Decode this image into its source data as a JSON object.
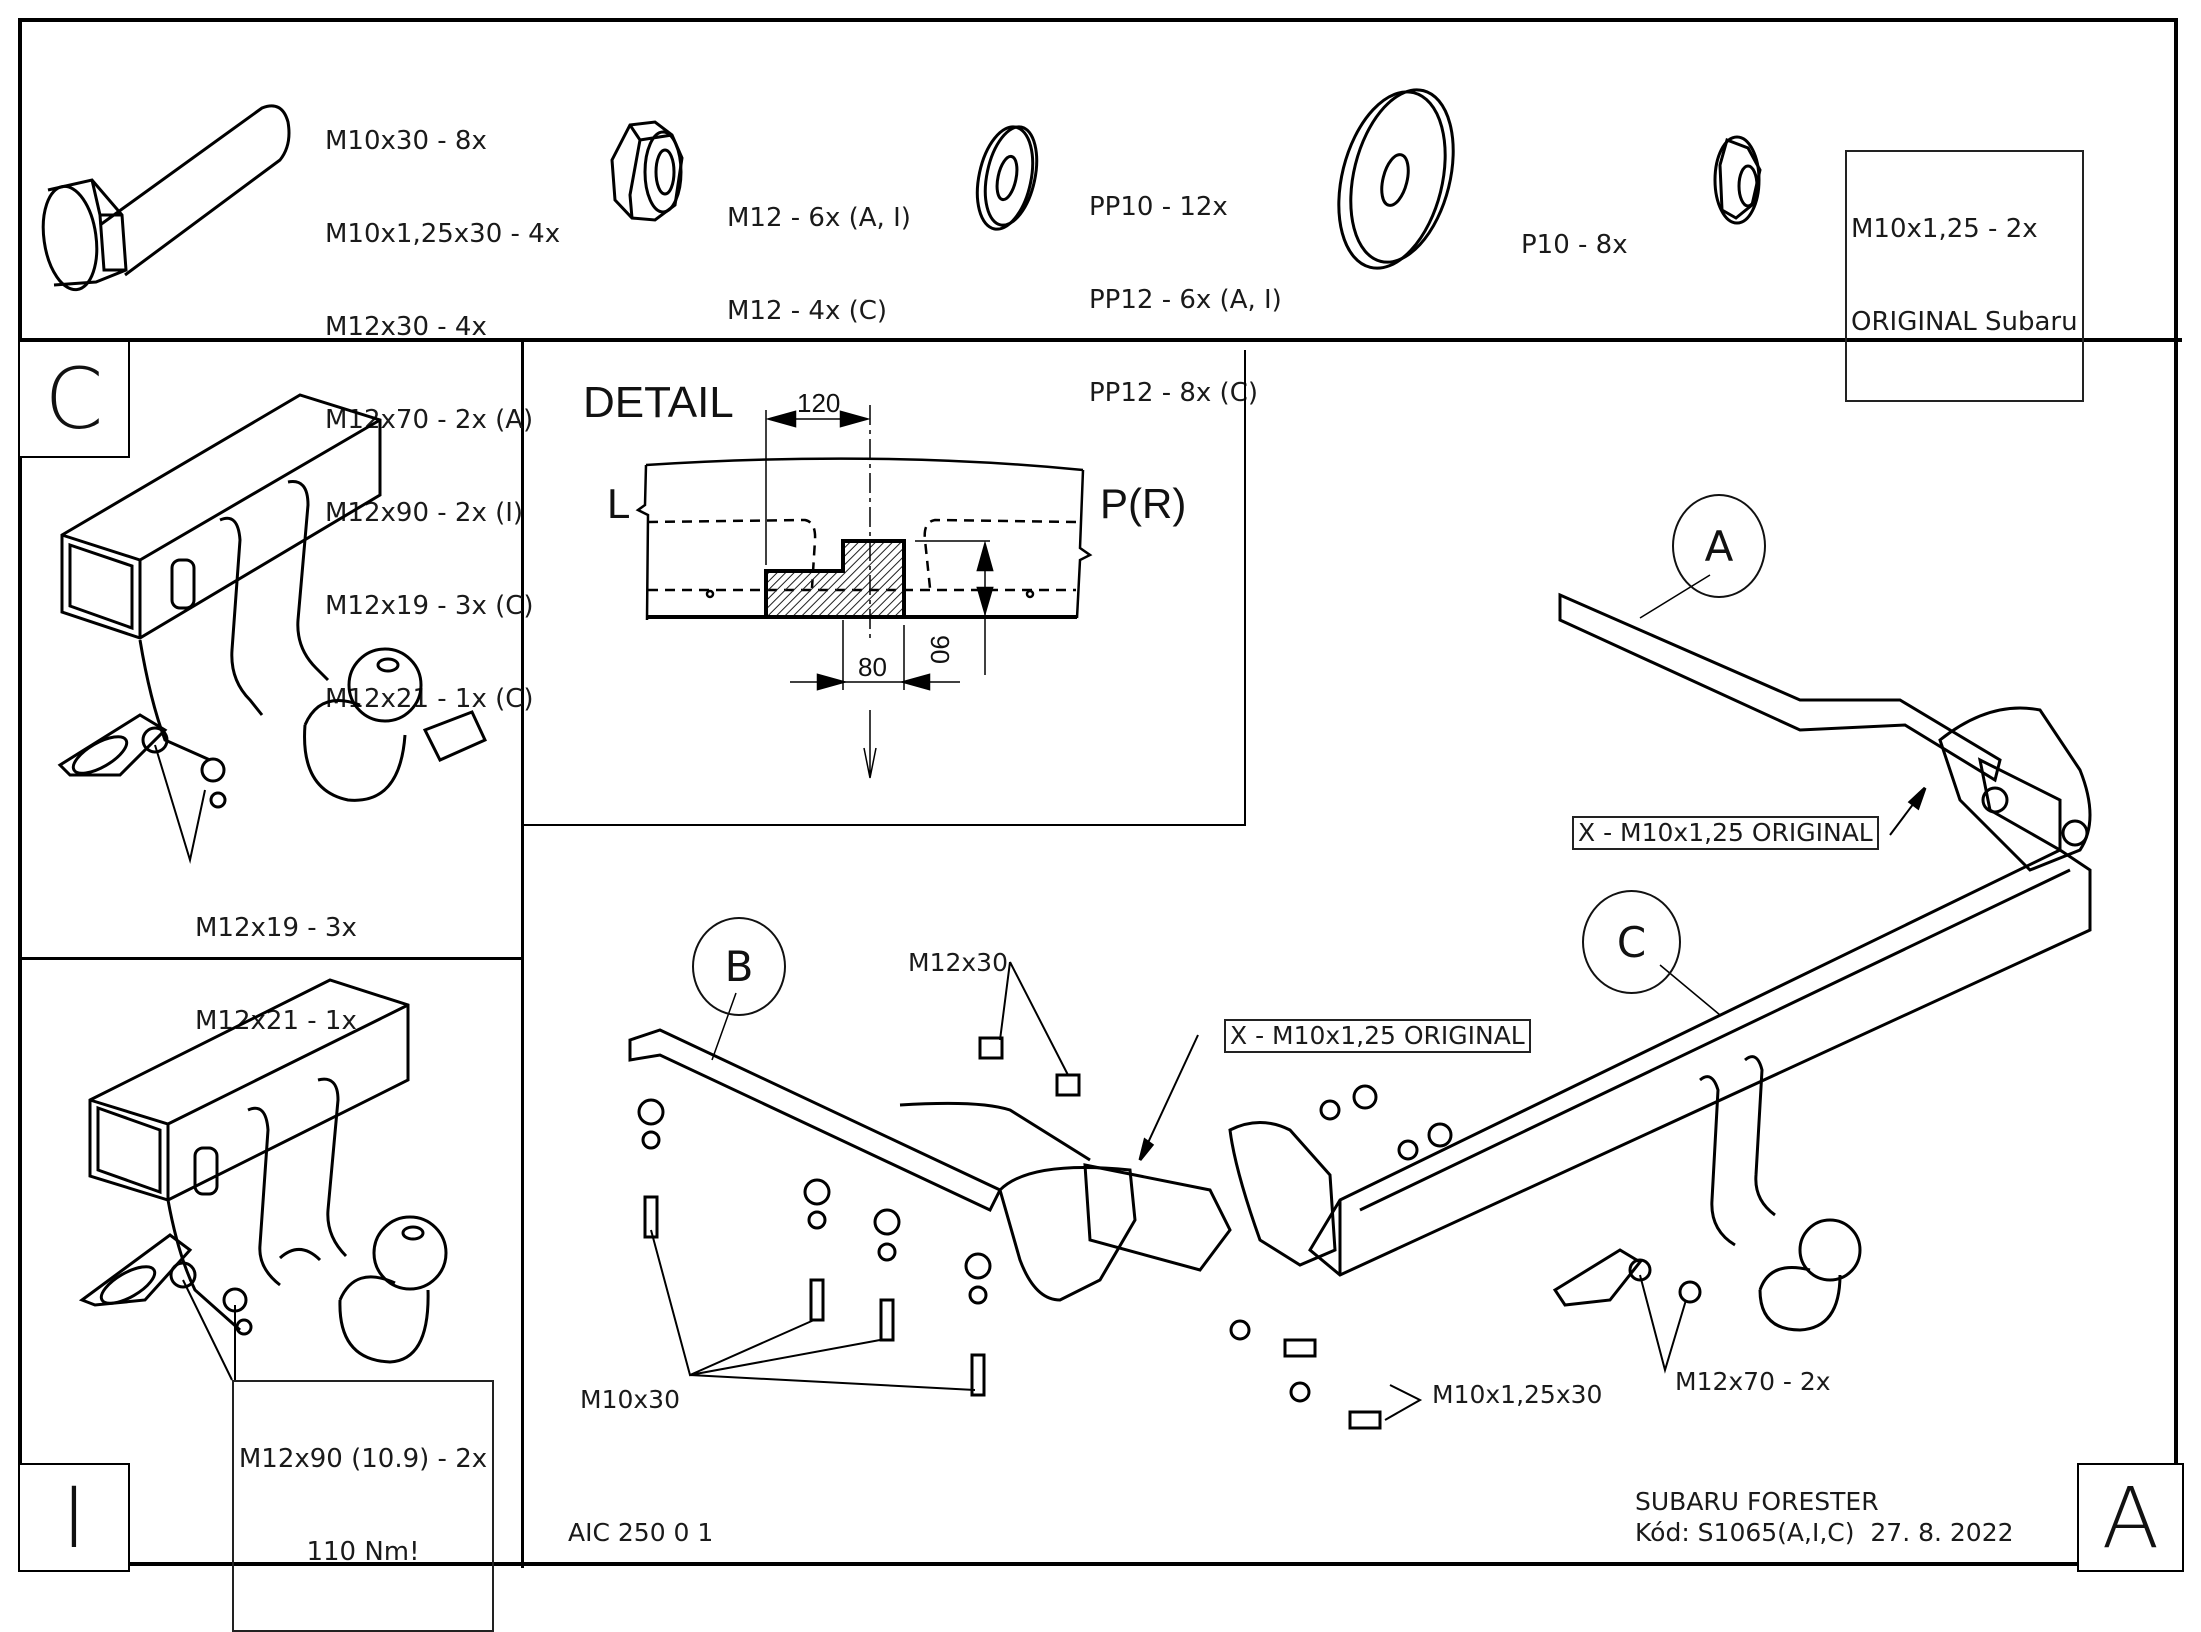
{
  "parts_panel": {
    "bolt": {
      "icon": "hex-bolt-icon",
      "lines": [
        "M10x30 - 8x",
        "M10x1,25x30 - 4x",
        "M12x30 - 4x",
        "M12x70 - 2x (A)",
        "M12x90 - 2x (I)",
        "M12x19 - 3x (C)",
        "M12x21 - 1x (C)"
      ]
    },
    "nut": {
      "icon": "hex-nut-icon",
      "lines": [
        "M12 - 6x (A, I)",
        "M12 - 4x (C)"
      ]
    },
    "small_washer": {
      "icon": "washer-icon",
      "lines": [
        "PP10 - 12x",
        "PP12 - 6x (A, I)",
        "PP12 - 8x (C)"
      ]
    },
    "large_washer": {
      "icon": "large-washer-icon",
      "lines": [
        "P10 - 8x"
      ]
    },
    "flange_nut": {
      "icon": "flange-nut-icon",
      "lines": [
        "M10x1,25 - 2x",
        "ORIGINAL Subaru"
      ]
    }
  },
  "panel_c": {
    "badge": "C",
    "callout_lines": [
      "M12x19 - 3x",
      "M12x21 - 1x"
    ]
  },
  "panel_i": {
    "badge": "I",
    "callout_lines": [
      "M12x90 (10.9) - 2x",
      "110 Nm!"
    ]
  },
  "detail": {
    "title": "DETAIL",
    "left_label": "L",
    "right_label": "P(R)",
    "dim_width_top": "120",
    "dim_width_bottom": "80",
    "dim_height": "90"
  },
  "main_assembly": {
    "balloons": {
      "a": "A",
      "b": "B",
      "c": "C"
    },
    "callouts": {
      "x_original_upper": "X - M10x1,25 ORIGINAL",
      "x_original_lower": "X - M10x1,25 ORIGINAL",
      "m12x30": "M12x30",
      "m10x30": "M10x30",
      "m10x125x30": "M10x1,25x30",
      "m12x70": "M12x70 - 2x"
    },
    "badge": "A"
  },
  "title_block": {
    "drawing_code": "AIC 250 0 1",
    "vehicle": "SUBARU FORESTER",
    "code_line": "Kód: S1065(A,I,C)  27. 8. 2022"
  }
}
